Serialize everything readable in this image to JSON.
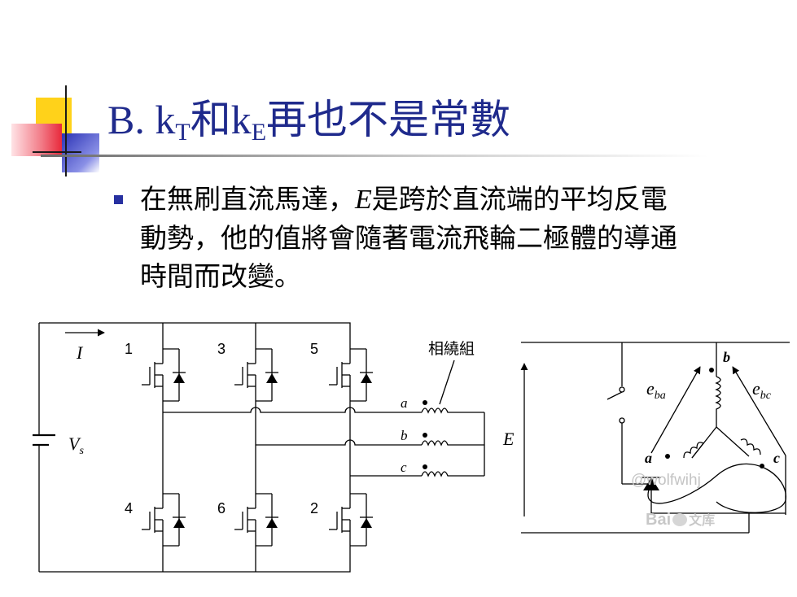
{
  "slide": {
    "title_prefix": "B. k",
    "title_sub1": "T",
    "title_mid": "和k",
    "title_sub2": "E",
    "title_suffix": "再也不是常數",
    "bullet": {
      "line1_a": "在無刷直流馬達，",
      "line1_e": "E",
      "line1_b": "是跨於直流端的平均反電",
      "line2": "動勢，他的值將會隨著電流飛輪二極體的導通",
      "line3": "時間而改變。"
    }
  },
  "circuit": {
    "current_label": "I",
    "supply_label": "V",
    "supply_sub": "s",
    "switch_numbers_top": [
      "1",
      "3",
      "5"
    ],
    "switch_numbers_bottom": [
      "4",
      "6",
      "2"
    ],
    "winding_label": "相繞組",
    "phase_labels": [
      "a",
      "b",
      "c"
    ],
    "emf_label": "E",
    "emf_ba": "e",
    "emf_ba_sub": "ba",
    "emf_bc": "e",
    "emf_bc_sub": "bc",
    "node_b": "b",
    "node_a": "a",
    "node_c": "c"
  },
  "watermark": {
    "handle": "@wolfwihj",
    "brand_a": "Bai",
    "brand_b": "文库"
  },
  "colors": {
    "title": "#1f2a8c",
    "bullet": "#2730a0",
    "deco_yellow": "#ffd21a",
    "deco_red": "#e8283a",
    "deco_blue": "#2a32b5"
  }
}
